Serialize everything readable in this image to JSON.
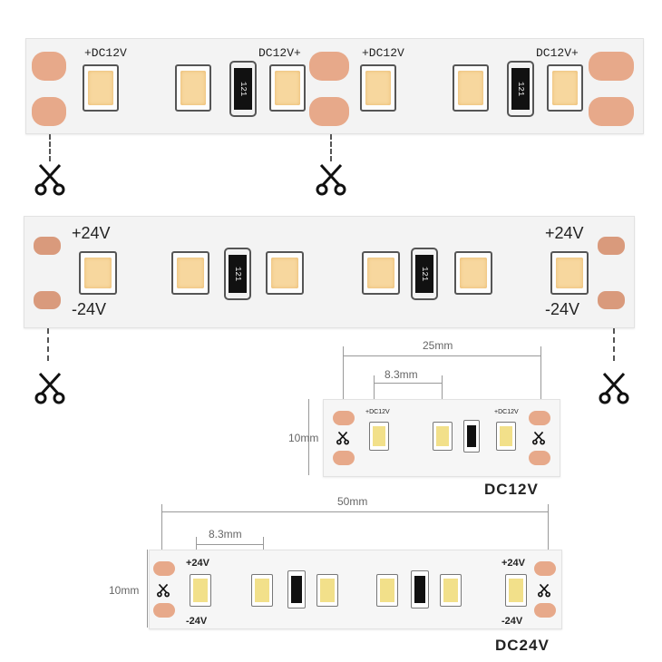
{
  "strip_12v": {
    "pos_label": "+DC12V",
    "neg_label": "DC12V+",
    "resistor_code": "121"
  },
  "strip_24v": {
    "pos_label_left": "+24V",
    "neg_label_left": "-24V",
    "pos_label_right": "+24V",
    "neg_label_right": "-24V",
    "resistor_code": "121"
  },
  "diagram_12v": {
    "length_label": "25mm",
    "pitch_label": "8.3mm",
    "width_label": "10mm",
    "pos_label_left": "+DC12V",
    "pos_label_right": "+DC12V",
    "caption": "DC12V"
  },
  "diagram_24v": {
    "length_label": "50mm",
    "pitch_label": "8.3mm",
    "width_label": "10mm",
    "pos_label_left": "+24V",
    "neg_label_left": "-24V",
    "pos_label_right": "+24V",
    "neg_label_right": "-24V",
    "caption": "DC24V"
  },
  "colors": {
    "copper_pad": "#e7a98a",
    "led_phosphor": "#f7d79e",
    "strip_white": "#f3f3f3"
  }
}
